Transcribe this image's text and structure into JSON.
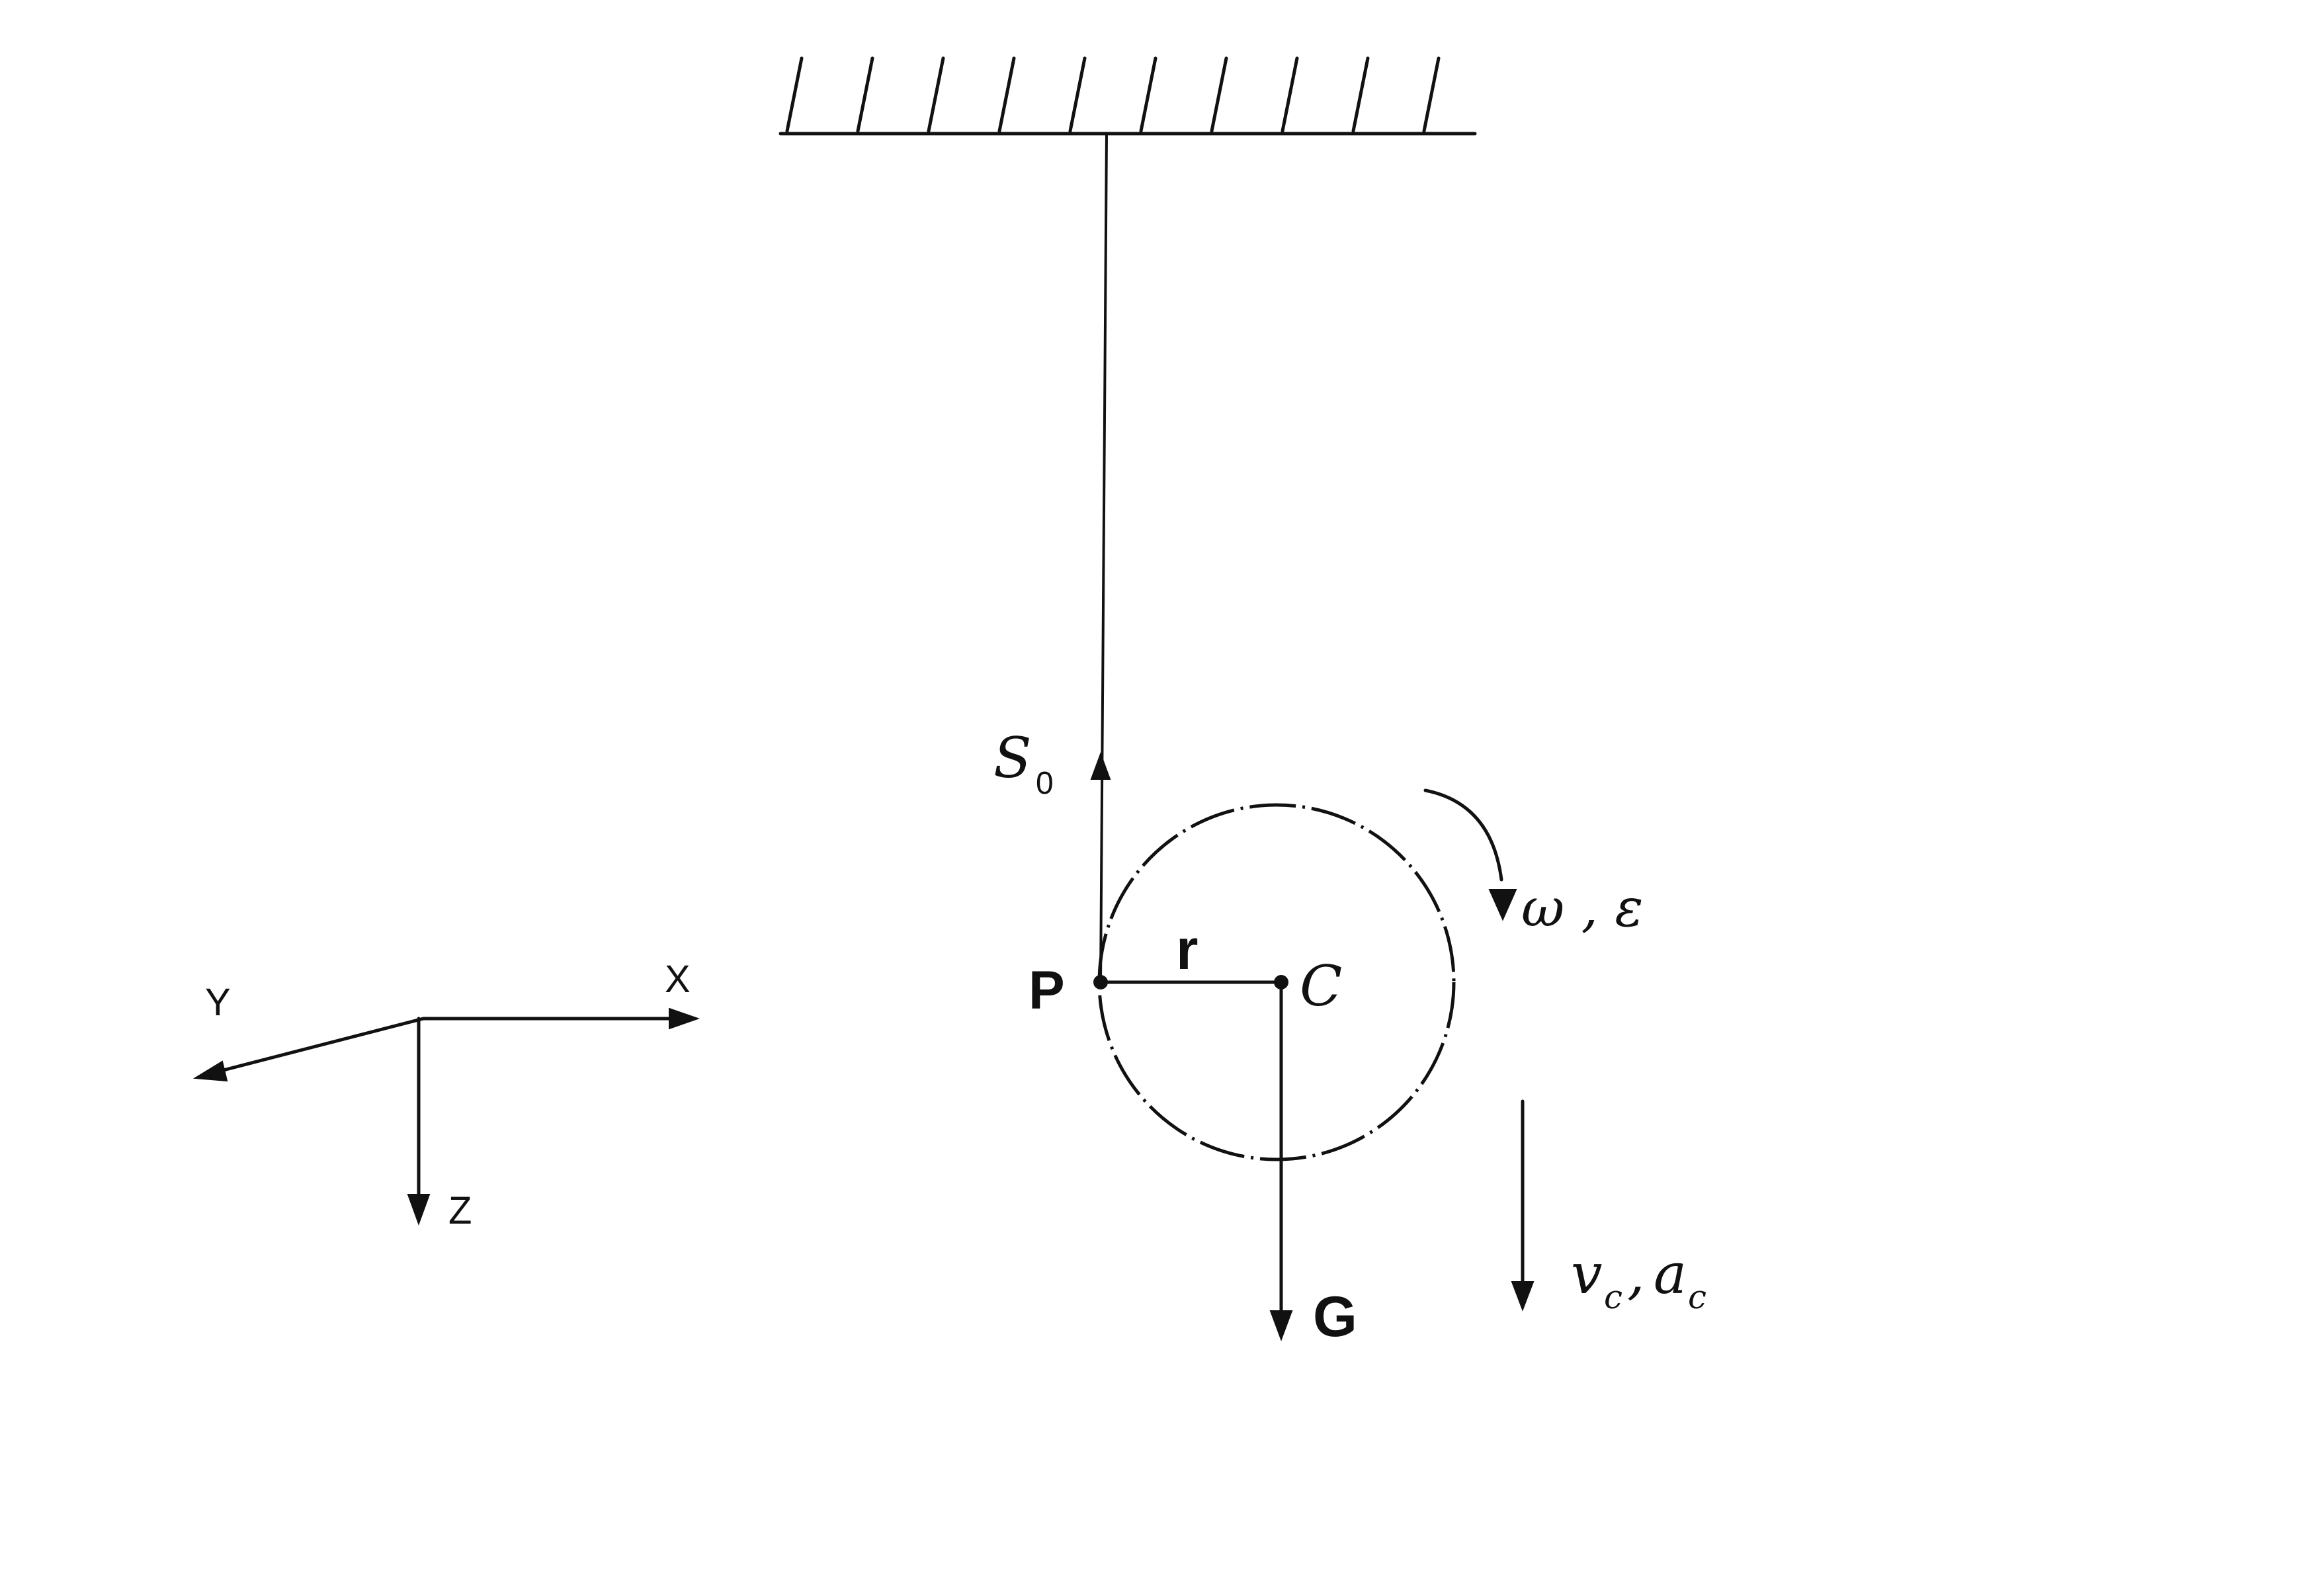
{
  "labels": {
    "tension": "S",
    "tension_sub": "0",
    "angular": "ω , ε",
    "point_p": "P",
    "center_c": "C",
    "radius": "r",
    "gravity": "G",
    "velocity": "v",
    "velocity_sub": "c",
    "accel_sep": ",",
    "acceleration": "a",
    "acceleration_sub": "c",
    "axis_x": "X",
    "axis_y": "Y",
    "axis_z": "Z"
  }
}
